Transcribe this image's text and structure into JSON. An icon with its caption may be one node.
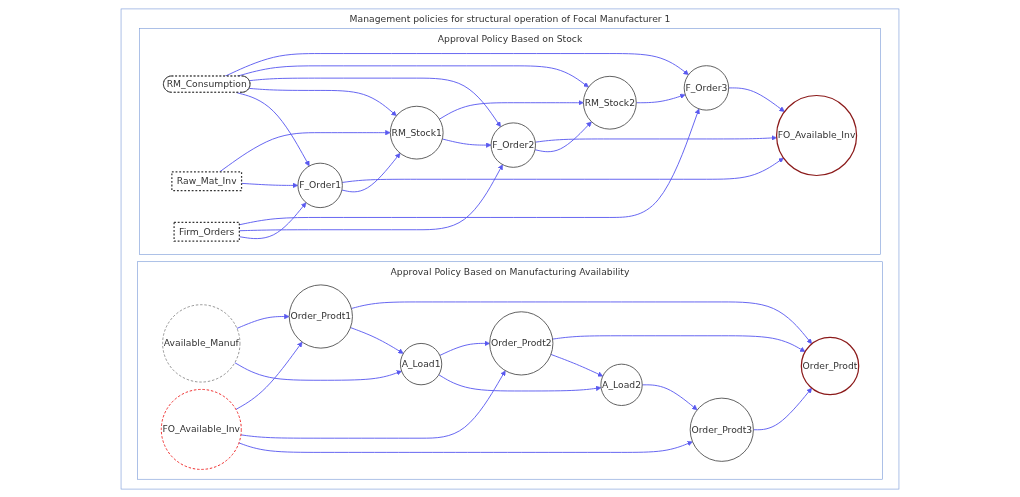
{
  "diagram": {
    "nodes": [
      {
        "text": [
          "Management policies for structural operation of Focal Manufacturer 1"
        ]
      },
      {
        "text": [
          "Approval Policy Based on Stock"
        ],
        "in": 0
      },
      {
        "text": [
          "RM_Consumption"
        ],
        "in": 1
      },
      {
        "text": [
          "Raw_Mat_Inv"
        ],
        "in": 1
      },
      {
        "text": [
          "F_Order1"
        ],
        "in": 1
      },
      {
        "text": [
          "Firm_Orders"
        ],
        "in": 1
      },
      {
        "text": [
          "F_Order2"
        ],
        "in": 1
      },
      {
        "text": [
          "RM_Stock1"
        ],
        "in": 1
      },
      {
        "text": [
          "FO_Available_Inv"
        ],
        "in": 1
      },
      {
        "text": [
          "RM_Stock2"
        ],
        "in": 1
      },
      {
        "text": [
          "F_Order3"
        ],
        "in": 1
      },
      {
        "text": [
          "Approval Policy Based on Manufacturing Availability"
        ],
        "in": 0
      },
      {
        "text": [
          "Order_Prodt1"
        ],
        "in": 11
      },
      {
        "text": [
          "Available_Manuf"
        ],
        "in": 11
      },
      {
        "text": [
          "Order_Prodt"
        ],
        "in": 11
      },
      {
        "text": [
          "Order_Prodt2"
        ],
        "in": 11
      },
      {
        "text": [
          "A_Load1"
        ],
        "in": 11
      },
      {
        "text": [
          "FO_Available_Inv"
        ],
        "in": 11
      },
      {
        "text": [
          "A_Load2"
        ],
        "in": 11
      },
      {
        "text": [
          "Order_Prodt3"
        ],
        "in": 11
      }
    ],
    "edges": [
      {
        "from": 2,
        "to": 4,
        "arrow": "to"
      },
      {
        "from": 3,
        "to": 4,
        "arrow": "to"
      },
      {
        "from": 5,
        "to": 4,
        "arrow": "to"
      },
      {
        "from": 3,
        "to": 7,
        "arrow": "to"
      },
      {
        "from": 2,
        "to": 7,
        "arrow": "to"
      },
      {
        "from": 4,
        "to": 7,
        "arrow": "to"
      },
      {
        "from": 7,
        "to": 6,
        "arrow": "to"
      },
      {
        "from": 5,
        "to": 6,
        "arrow": "to"
      },
      {
        "from": 2,
        "to": 6,
        "arrow": "to"
      },
      {
        "from": 7,
        "to": 9,
        "arrow": "to"
      },
      {
        "from": 6,
        "to": 9,
        "arrow": "to"
      },
      {
        "from": 2,
        "to": 9,
        "arrow": "to"
      },
      {
        "from": 9,
        "to": 10,
        "arrow": "to"
      },
      {
        "from": 2,
        "to": 10,
        "arrow": "to"
      },
      {
        "from": 5,
        "to": 10,
        "arrow": "to"
      },
      {
        "from": 4,
        "to": 8,
        "arrow": "to"
      },
      {
        "from": 6,
        "to": 8,
        "arrow": "to"
      },
      {
        "from": 10,
        "to": 8,
        "arrow": "to"
      },
      {
        "from": 13,
        "to": 12,
        "arrow": "to"
      },
      {
        "from": 17,
        "to": 12,
        "arrow": "to"
      },
      {
        "from": 12,
        "to": 14,
        "arrow": "to"
      },
      {
        "from": 15,
        "to": 14,
        "arrow": "to"
      },
      {
        "from": 19,
        "to": 14,
        "arrow": "to"
      },
      {
        "from": 17,
        "to": 15,
        "arrow": "to"
      },
      {
        "from": 17,
        "to": 19,
        "arrow": "to"
      },
      {
        "from": 12,
        "to": 16,
        "arrow": "to"
      },
      {
        "from": 13,
        "to": 16,
        "arrow": "to"
      },
      {
        "from": 16,
        "to": 15,
        "arrow": "to"
      },
      {
        "from": 16,
        "to": 18,
        "arrow": "to"
      },
      {
        "from": 15,
        "to": 18,
        "arrow": "to"
      },
      {
        "from": 18,
        "to": 19,
        "arrow": "to"
      }
    ]
  }
}
